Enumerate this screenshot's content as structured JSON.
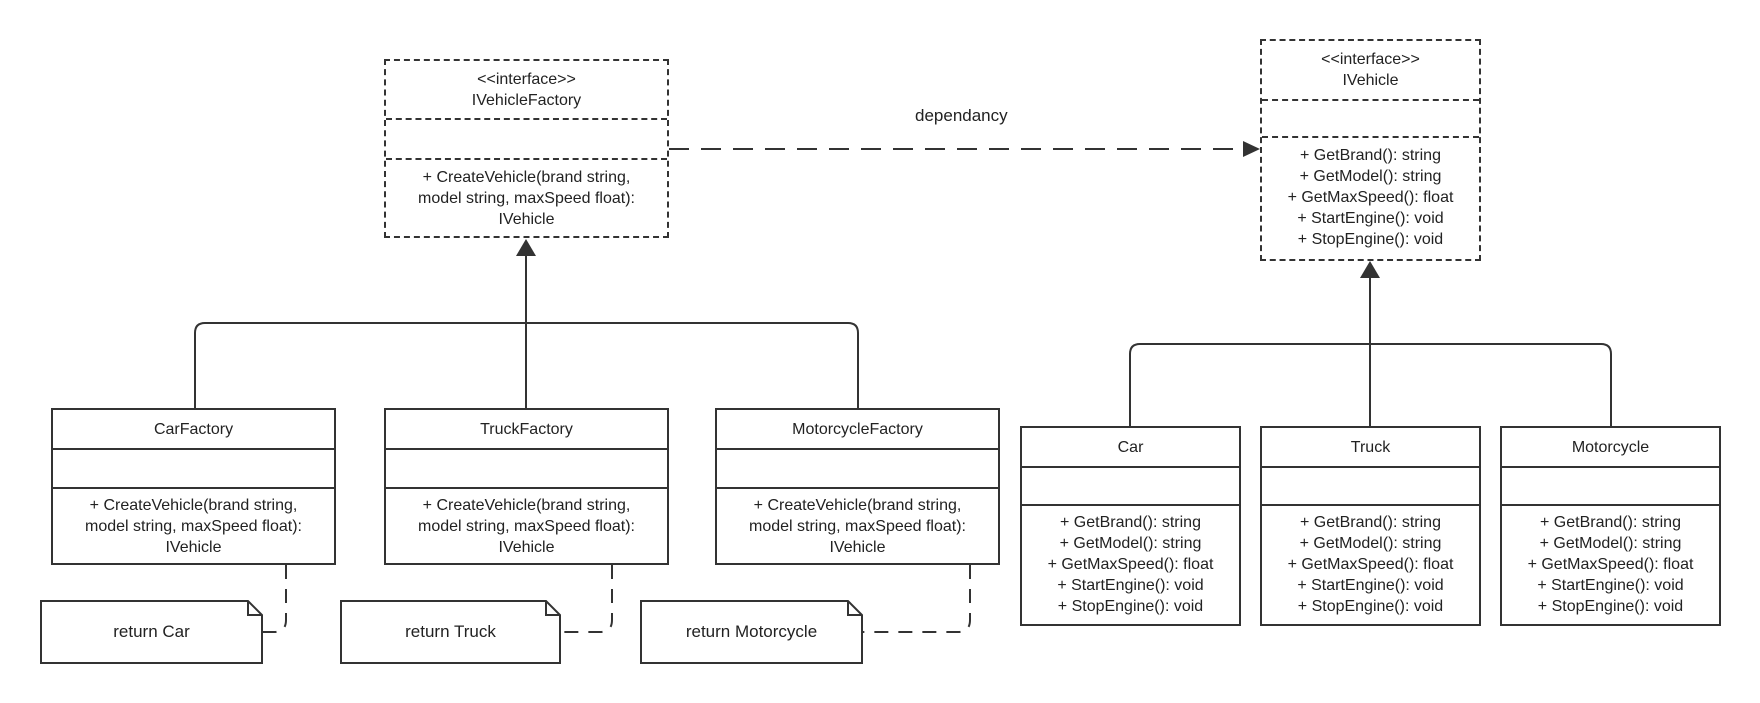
{
  "vehicle_factory": {
    "stereotype": "<<interface>>",
    "name": "IVehicleFactory",
    "methods": [
      "+ CreateVehicle(brand string,",
      "model string, maxSpeed float):",
      "IVehicle"
    ]
  },
  "vehicle_interface": {
    "stereotype": "<<interface>>",
    "name": "IVehicle",
    "methods": [
      "+ GetBrand(): string",
      "+ GetModel(): string",
      "+ GetMaxSpeed(): float",
      "+ StartEngine(): void",
      "+ StopEngine(): void"
    ]
  },
  "dependency_label": "dependancy",
  "factories": [
    {
      "name": "CarFactory",
      "methods": [
        "+ CreateVehicle(brand string,",
        "model string, maxSpeed float):",
        "IVehicle"
      ],
      "note": "return Car"
    },
    {
      "name": "TruckFactory",
      "methods": [
        "+ CreateVehicle(brand string,",
        "model string, maxSpeed float):",
        "IVehicle"
      ],
      "note": "return Truck"
    },
    {
      "name": "MotorcycleFactory",
      "methods": [
        "+ CreateVehicle(brand string,",
        "model string, maxSpeed float):",
        "IVehicle"
      ],
      "note": "return Motorcycle"
    }
  ],
  "vehicles": [
    {
      "name": "Car",
      "methods": [
        "+ GetBrand(): string",
        "+ GetModel(): string",
        "+ GetMaxSpeed(): float",
        "+ StartEngine(): void",
        "+ StopEngine(): void"
      ]
    },
    {
      "name": "Truck",
      "methods": [
        "+ GetBrand(): string",
        "+ GetModel(): string",
        "+ GetMaxSpeed(): float",
        "+ StartEngine(): void",
        "+ StopEngine(): void"
      ]
    },
    {
      "name": "Motorcycle",
      "methods": [
        "+ GetBrand(): string",
        "+ GetModel(): string",
        "+ GetMaxSpeed(): float",
        "+ StartEngine(): void",
        "+ StopEngine(): void"
      ]
    }
  ],
  "colors": {
    "line": "#333333",
    "background": "#ffffff",
    "text": "#222222"
  }
}
